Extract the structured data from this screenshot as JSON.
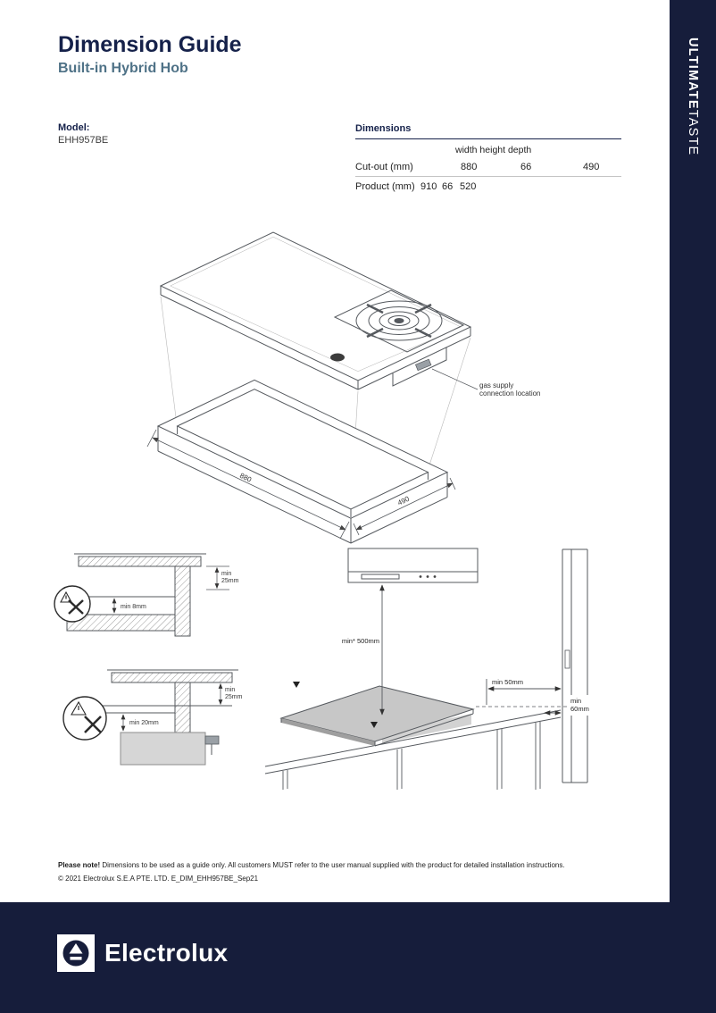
{
  "colors": {
    "brand_navy": "#15214A",
    "band_navy": "#161D3B",
    "subtitle_blue": "#4F7287"
  },
  "header": {
    "title": "Dimension Guide",
    "subtitle": "Built-in Hybrid Hob"
  },
  "sidebar": {
    "brand_bold": "ULTIMATE",
    "brand_light": "TASTE"
  },
  "model": {
    "label": "Model:",
    "value": "EHH957BE"
  },
  "dimensions": {
    "title": "Dimensions",
    "col_header": "width height depth",
    "rows": [
      {
        "label": "Cut-out (mm)",
        "width": "880",
        "height": "66",
        "depth": "490"
      },
      {
        "label": "Product (mm)",
        "width": "910",
        "height": "66",
        "depth": "520"
      }
    ]
  },
  "iso": {
    "width_label": "880",
    "depth_label": "490",
    "gas_line1": "gas supply",
    "gas_line2": "connection location"
  },
  "details": {
    "top": {
      "min25_l1": "min",
      "min25_l2": "25mm",
      "min8": "min 8mm"
    },
    "bottom": {
      "min25_l1": "min",
      "min25_l2": "25mm",
      "min20": "min 20mm"
    }
  },
  "clearance": {
    "min500": "min* 500mm",
    "min50": "min 50mm",
    "min60_l1": "min",
    "min60_l2": "60mm"
  },
  "notes": {
    "bold": "Please note!",
    "text": " Dimensions to be used as a guide only. All customers MUST refer to the user manual supplied with the product for detailed installation instructions.",
    "copyright": "© 2021 Electrolux S.E.A PTE. LTD.  E_DIM_EHH957BE_Sep21"
  },
  "footer": {
    "brand": "Electrolux"
  }
}
